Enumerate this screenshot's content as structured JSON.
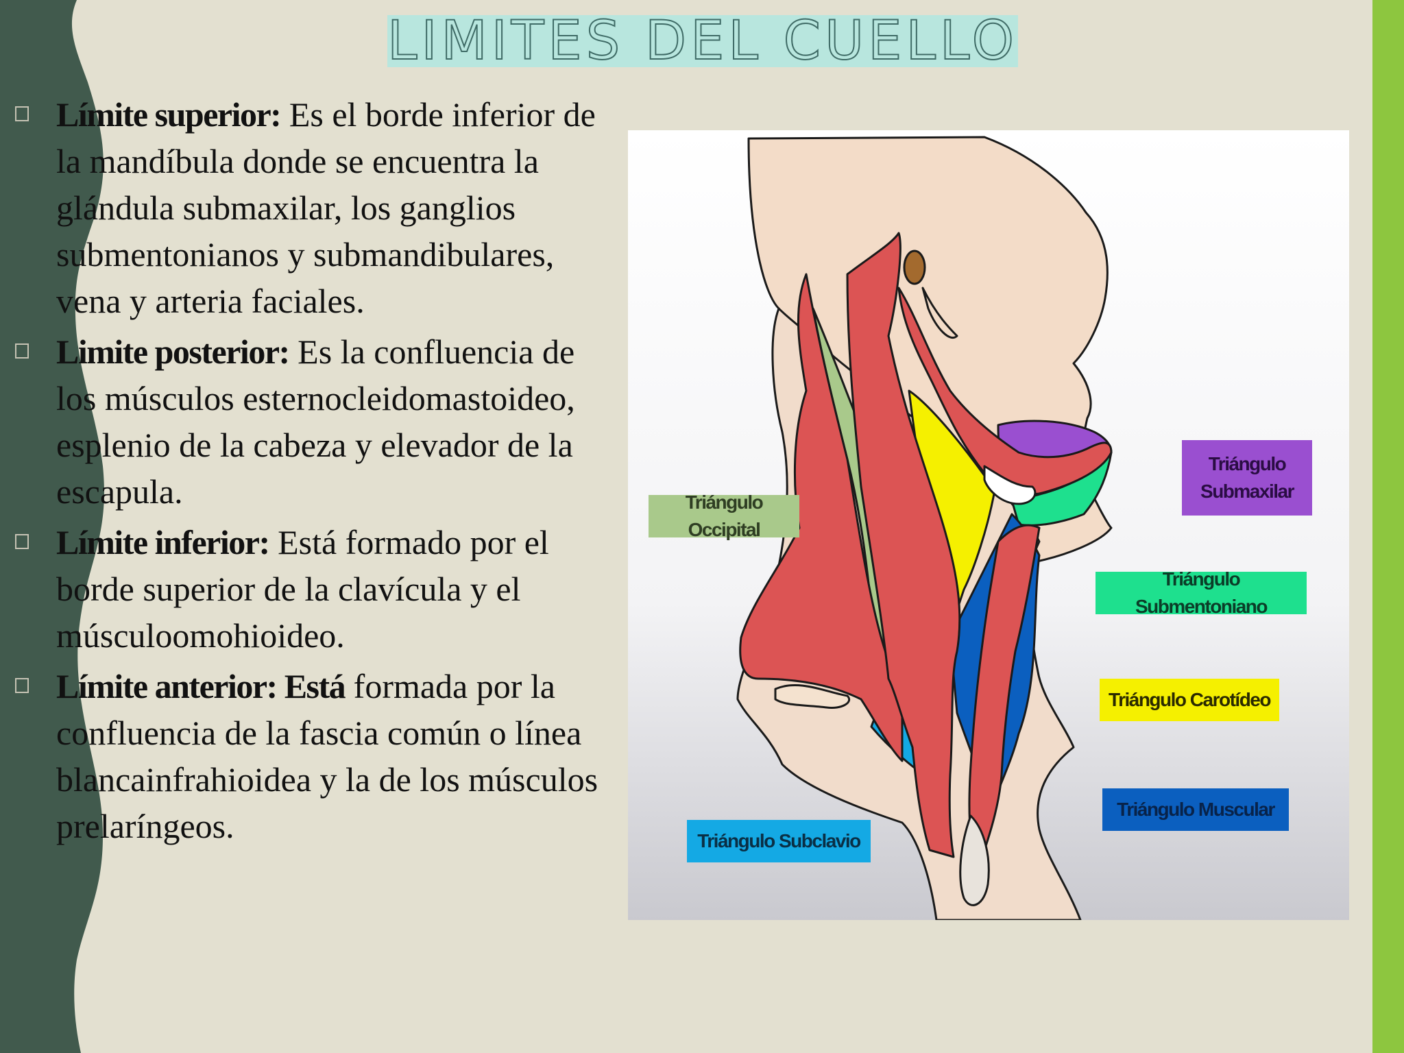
{
  "title": "LIMITES DEL CUELLO",
  "limits": [
    {
      "term": "Límite superior:",
      "text": " Es el borde inferior de la mandíbula donde se encuentra la glándula submaxilar, los ganglios submentonianos y submandibulares, vena y arteria faciales."
    },
    {
      "term": "Limite posterior:",
      "text": " Es la  confluencia de los músculos esternocleidomastoideo, esplenio de la cabeza y elevador de la escapula."
    },
    {
      "term": "Límite inferior:",
      "text": " Está formado  por el borde superior de la  clavícula y el músculoomohioideo."
    },
    {
      "term": "Límite anterior: ",
      "lead": "Está",
      "text": "  formada por la confluencia de la  fascia común o línea  blancainfrahioidea y la de los  músculos prelaríngeos."
    }
  ],
  "figure": {
    "labels": {
      "occipital": "Triángulo Occipital",
      "submaxilar_1": "Triángulo",
      "submaxilar_2": "Submaxilar",
      "submentoniano": "Triángulo Submentoniano",
      "carotideo": "Triángulo Carotídeo",
      "muscular": "Triángulo Muscular",
      "subclavio": "Triángulo Subclavio"
    },
    "colors": {
      "occipital": "#a9c98b",
      "submaxilar": "#9a4fd0",
      "submentoniano": "#1ee08e",
      "carotideo": "#f5f000",
      "muscular": "#0b5fbf",
      "subclavio": "#14a9e4",
      "muscle": "#dc5454",
      "skin": "#f3dcc8"
    }
  }
}
